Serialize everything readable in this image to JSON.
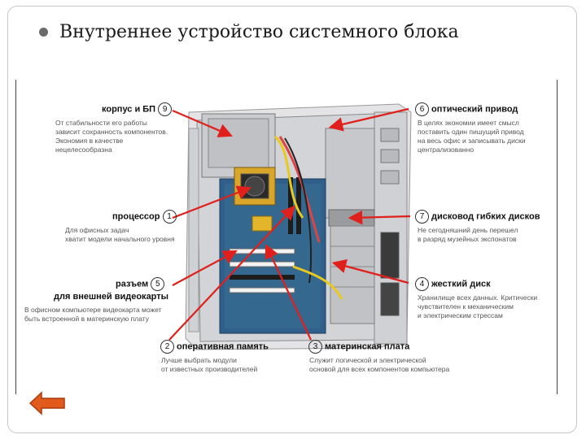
{
  "slide": {
    "title": "Внутреннее устройство системного блока"
  },
  "callouts": [
    {
      "num": "9",
      "heading": "корпус и БП",
      "desc": [
        "От стабильности его работы",
        "зависит сохранность компонентов.",
        "Экономия в качестве",
        "нецелесообразна"
      ]
    },
    {
      "num": "1",
      "heading": "процессор",
      "desc": [
        "Для офисных задач",
        "хватит модели начального уровня"
      ]
    },
    {
      "num": "5",
      "heading": "разъем",
      "heading2": "для внешней видеокарты",
      "desc": [
        "В офисном компьютере видеокарта может",
        "быть встроенной в материнскую плату"
      ]
    },
    {
      "num": "2",
      "heading": "оперативная память",
      "desc": [
        "Лучше выбрать модули",
        "от известных производителей"
      ]
    },
    {
      "num": "6",
      "heading": "оптический привод",
      "desc": [
        "В целях экономии имеет смысл",
        "поставить один пишущий привод",
        "на весь офис и записывать диски",
        "централизованно"
      ]
    },
    {
      "num": "7",
      "heading": "дисковод гибких дисков",
      "desc": [
        "Не сегодняшний день перешел",
        "в разряд музейных экспонатов"
      ]
    },
    {
      "num": "4",
      "heading": "жесткий диск",
      "desc": [
        "Хранилище всех данных. Критически",
        "чувствителен к механическим",
        "и электрическим стрессам"
      ]
    },
    {
      "num": "3",
      "heading": "материнская плата",
      "desc": [
        "Служит логической и электрической",
        "основой для всех компонентов компьютера"
      ]
    }
  ],
  "colors": {
    "arrow": "#e0201c",
    "frame": "#c8c8c8",
    "back_button": "#e25a1c"
  },
  "nav": {
    "back_icon": "left-arrow-icon"
  }
}
